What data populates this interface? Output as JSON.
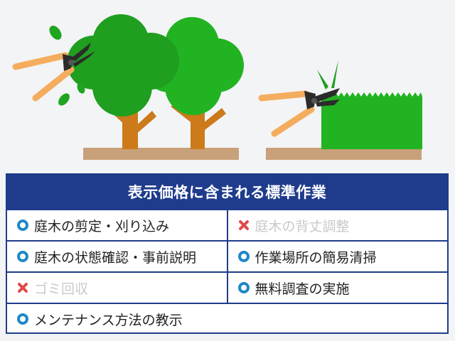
{
  "title": "表示価格に含まれる標準作業",
  "colors": {
    "header_bg": "#1f3c8c",
    "included_mark": "#1e88c8",
    "excluded_mark": "#e24a4a",
    "excluded_text": "#c9c9c9",
    "foliage": "#22b322",
    "trunk": "#cc7a1a",
    "ground": "#c8a07a",
    "shear_handle": "#f4ad5e"
  },
  "icons": {
    "included": "circle-icon",
    "excluded": "cross-icon"
  },
  "rows": [
    [
      {
        "label": "庭木の剪定・刈り込み",
        "included": true
      },
      {
        "label": "庭木の背丈調整",
        "included": false
      }
    ],
    [
      {
        "label": "庭木の状態確認・事前説明",
        "included": true
      },
      {
        "label": "作業場所の簡易清掃",
        "included": true
      }
    ],
    [
      {
        "label": "ゴミ回収",
        "included": false
      },
      {
        "label": "無料調査の実施",
        "included": true
      }
    ],
    [
      {
        "label": "メンテナンス方法の教示",
        "included": true
      }
    ]
  ]
}
